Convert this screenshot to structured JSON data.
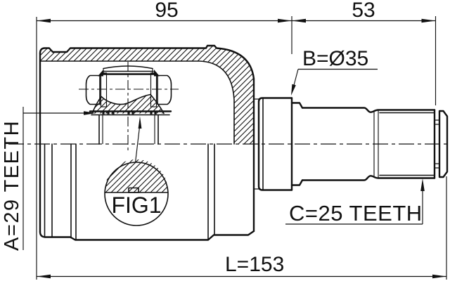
{
  "figure": {
    "detail_label": "FIG1"
  },
  "dimensions": {
    "housing_width": "95",
    "stub_width": "53",
    "overall_length": "L=153"
  },
  "annotations": {
    "spline_a": "A=29 TEETH",
    "boot_diameter_b": "B=Ø35",
    "spline_c": "C=25 TEETH"
  },
  "colors": {
    "line": "#111111",
    "background": "#ffffff"
  }
}
